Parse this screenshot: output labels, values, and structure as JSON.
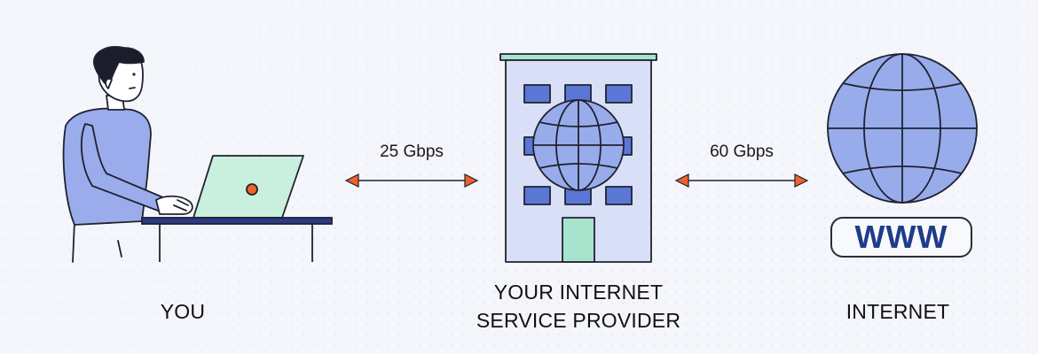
{
  "nodes": {
    "you": {
      "label": "YOU"
    },
    "isp": {
      "label_line1": "YOUR INTERNET",
      "label_line2": "SERVICE PROVIDER"
    },
    "internet": {
      "label": "INTERNET",
      "badge": "WWW"
    }
  },
  "links": [
    {
      "from": "you",
      "to": "isp",
      "speed": "25 Gbps"
    },
    {
      "from": "isp",
      "to": "internet",
      "speed": "60 Gbps"
    }
  ],
  "colors": {
    "background": "#f4f6fb",
    "person_fill": "#9aaceb",
    "building_fill": "#d8dff7",
    "building_roof": "#a8e3cd",
    "window_fill": "#5b77d6",
    "globe_fill": "#98aceb",
    "laptop_fill": "#c9f0de",
    "desk_fill": "#2a3a86",
    "arrow_head": "#f0612c",
    "outline": "#1f2230"
  }
}
